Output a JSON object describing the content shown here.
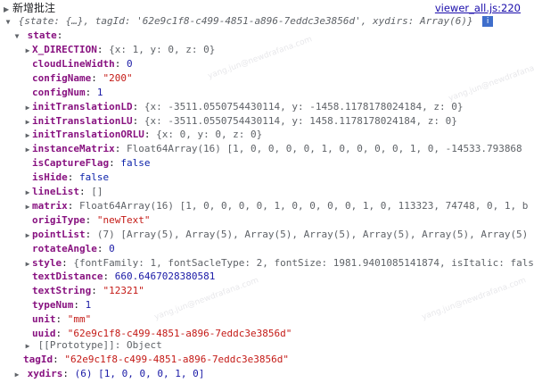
{
  "header": {
    "title": "新增批注",
    "source_link": "viewer_all.js:220"
  },
  "summary": {
    "text": "{state: {…}, tagId: '62e9c1f8-c499-4851-a896-7eddc3e3856d', xydirs: Array(6)}",
    "info_badge": "i"
  },
  "state": {
    "label": "state",
    "props": [
      {
        "key": "X_DIRECTION",
        "value": "{x: 1, y: 0, z: 0}",
        "expandable": true
      },
      {
        "key": "cloudLineWidth",
        "value": "0"
      },
      {
        "key": "configName",
        "value": "\"200\""
      },
      {
        "key": "configNum",
        "value": "1"
      },
      {
        "key": "initTranslationLD",
        "value": "{x: -3511.0550754430114, y: -1458.1178178024184, z: 0}",
        "expandable": true
      },
      {
        "key": "initTranslationLU",
        "value": "{x: -3511.0550754430114, y: 1458.1178178024184, z: 0}",
        "expandable": true
      },
      {
        "key": "initTranslationORLU",
        "value": "{x: 0, y: 0, z: 0}",
        "expandable": true
      },
      {
        "key": "instanceMatrix",
        "value": "Float64Array(16)  [1, 0, 0, 0, 0, 1, 0, 0, 0, 0, 1, 0, -14533.793868",
        "expandable": true
      },
      {
        "key": "isCaptureFlag",
        "value": "false"
      },
      {
        "key": "isHide",
        "value": "false"
      },
      {
        "key": "lineList",
        "value": "[]",
        "expandable": true
      },
      {
        "key": "matrix",
        "value": "Float64Array(16)  [1, 0, 0, 0, 0, 1, 0, 0, 0, 0, 1, 0, 113323, 74748, 0, 1, b",
        "expandable": true
      },
      {
        "key": "origiType",
        "value": "\"newText\""
      },
      {
        "key": "pointList",
        "value": "(7)  [Array(5), Array(5), Array(5), Array(5), Array(5), Array(5), Array(5)",
        "expandable": true
      },
      {
        "key": "rotateAngle",
        "value": "0"
      },
      {
        "key": "style",
        "value": "{fontFamily: 1, fontSacleType: 2, fontSize: 1981.9401085141874, isItalic: fals",
        "expandable": true
      },
      {
        "key": "textDistance",
        "value": "660.6467028380581"
      },
      {
        "key": "textString",
        "value": "\"12321\""
      },
      {
        "key": "typeNum",
        "value": "1"
      },
      {
        "key": "unit",
        "value": "\"mm\""
      },
      {
        "key": "uuid",
        "value": "\"62e9c1f8-c499-4851-a896-7eddc3e3856d\""
      }
    ],
    "prototype": "[[Prototype]]: Object"
  },
  "tagId": {
    "key": "tagId",
    "value": "\"62e9c1f8-c499-4851-a896-7eddc3e3856d\""
  },
  "xydirs": {
    "key": "xydirs",
    "value": "(6)  [1, 0, 0, 0, 1, 0]"
  },
  "watermark": "yang.jun@newdrafana.com"
}
